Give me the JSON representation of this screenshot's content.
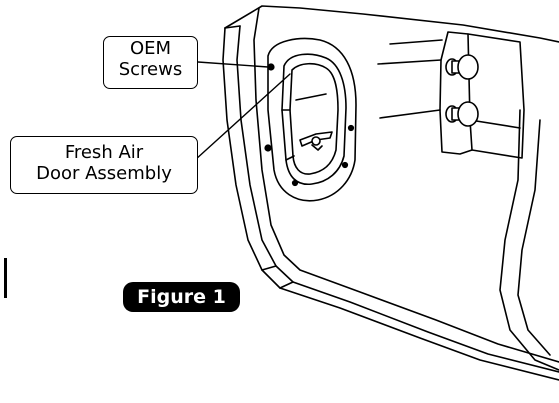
{
  "labels": {
    "oem_screws": {
      "line1": "OEM",
      "line2": "Screws"
    },
    "fresh_air_door": {
      "line1": "Fresh Air",
      "line2": "Door Assembly"
    }
  },
  "figure": {
    "caption": "Figure 1"
  },
  "colors": {
    "ink": "#000000",
    "paper": "#ffffff"
  }
}
